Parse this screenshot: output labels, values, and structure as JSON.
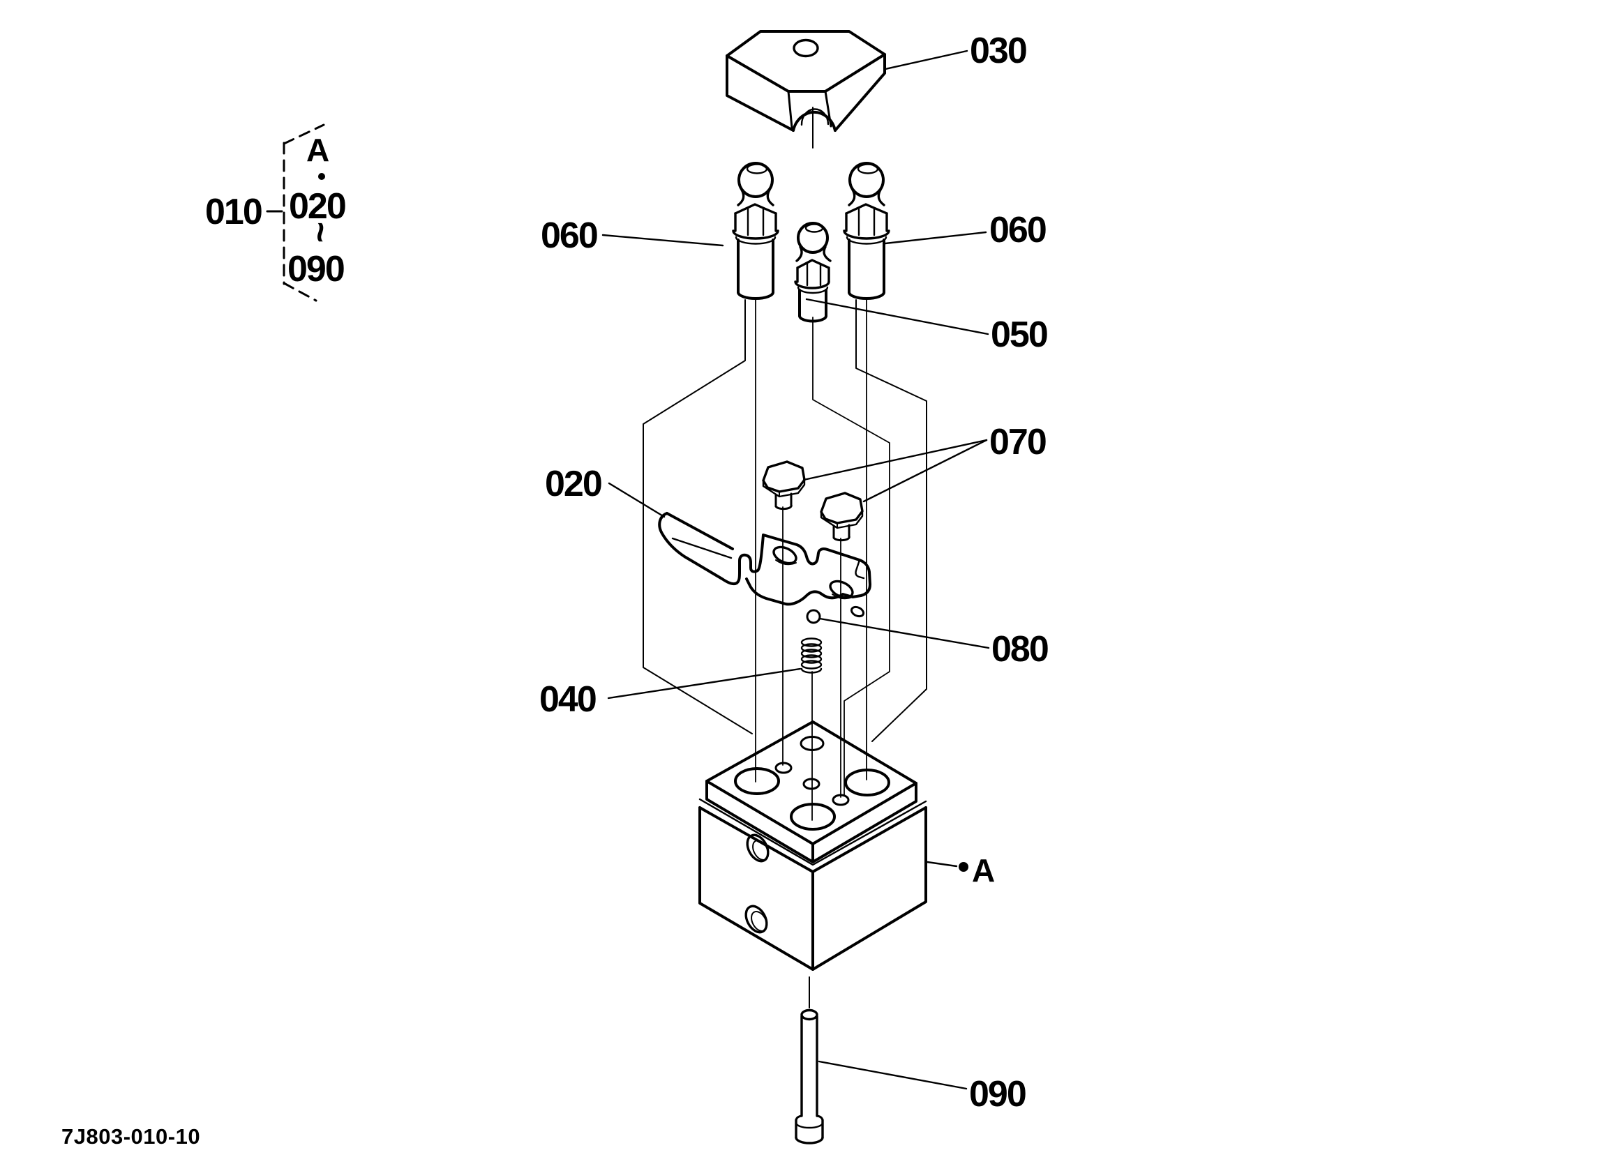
{
  "page": {
    "background": "#ffffff",
    "line_color": "#000000"
  },
  "footer": {
    "drawing_code": "7J803-010-10"
  },
  "group_reference": {
    "group_item": "010",
    "view_label": "A",
    "range_start": "020",
    "range_separator": "~",
    "range_end": "090"
  },
  "callouts": {
    "cap": "030",
    "pin_left": "060",
    "pin_right": "060",
    "pin_center": "050",
    "thumb_screws": "070",
    "lever": "020",
    "ball": "080",
    "spring": "040",
    "bolt": "090",
    "detail_view_marker": "A"
  }
}
